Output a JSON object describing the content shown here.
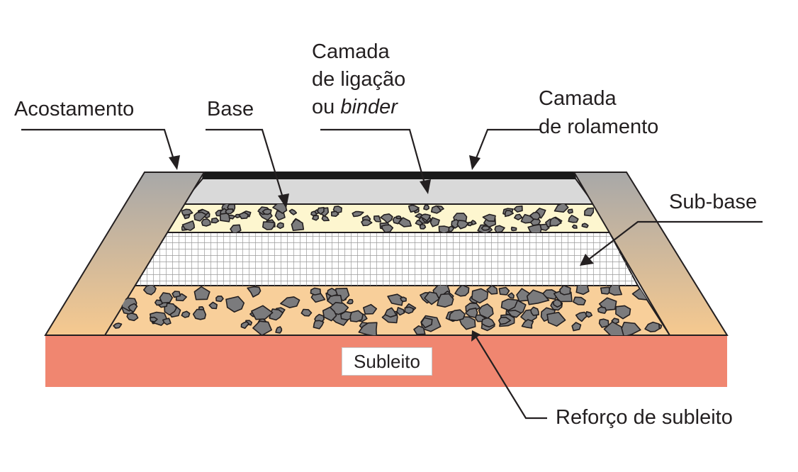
{
  "labels": {
    "acostamento": "Acostamento",
    "base": "Base",
    "binder_line1": "Camada",
    "binder_line2": "de ligação",
    "binder_line3_prefix": "ou ",
    "binder_line3_italic": "binder",
    "rolamento_line1": "Camada",
    "rolamento_line2": "de rolamento",
    "sub_base": "Sub-base",
    "subleito": "Subleito",
    "reforco": "Reforço de subleito"
  },
  "colors": {
    "wearing_course": "#1a1a1a",
    "binder_course": "#d9d9d9",
    "base": "#fdf6cf",
    "sub_base_grid": "#9a9a9a",
    "subgrade_reinforcement": "#f8cf9a",
    "subgrade": "#f08670",
    "shoulder_top": "#a8a8a8",
    "shoulder_bottom": "#f6c98f",
    "aggregate": "#7b7b7d",
    "outline": "#231f20"
  }
}
